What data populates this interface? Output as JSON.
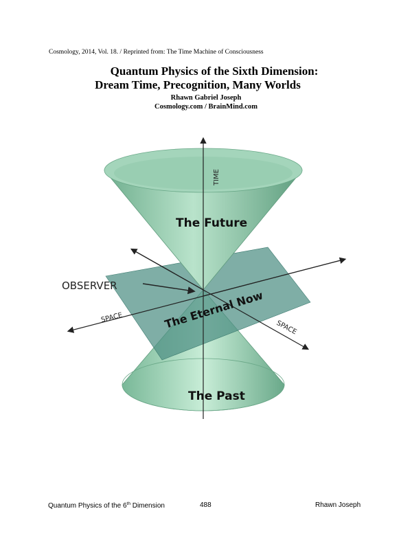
{
  "running_head": "Cosmology, 2014, Vol. 18. / Reprinted from: The Time Machine of Consciousness",
  "title_line1": "Quantum Physics of the Sixth Dimension:",
  "title_line2": "Dream Time, Precognition, Many Worlds",
  "author": "Rhawn Gabriel Joseph",
  "affiliation": "Cosmology.com / BrainMind.com",
  "figure": {
    "label_time": "TIME",
    "label_future": "The Future",
    "label_observer": "OBSERVER",
    "label_space_left": "SPACE",
    "label_space_right": "SPACE",
    "label_now": "The Eternal Now",
    "label_past": "The Past"
  },
  "footer": {
    "left_main": "Quantum Physics of the 6",
    "left_sup": "th",
    "left_tail": " Dimension",
    "page_number": "488",
    "author": "Rhawn Joseph"
  }
}
